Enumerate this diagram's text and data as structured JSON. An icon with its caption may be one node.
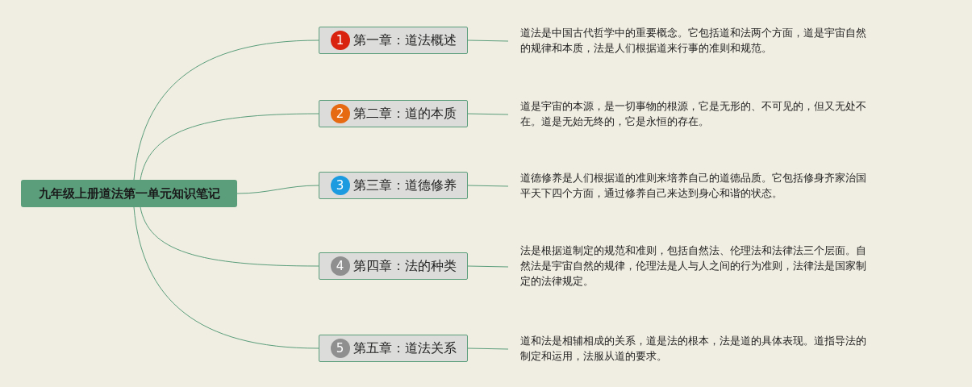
{
  "diagram": {
    "nodes": [
      {
        "text": [
          "九年级上册道法第一单元知识笔记"
        ]
      },
      {
        "text": [
          "1",
          "第一章：道法概述"
        ]
      },
      {
        "text": [
          "2",
          "第二章：道的本质"
        ]
      },
      {
        "text": [
          "3",
          "第三章：道德修养"
        ]
      },
      {
        "text": [
          "4",
          "第四章：法的种类"
        ]
      },
      {
        "text": [
          "5",
          "第五章：道法关系"
        ]
      },
      {
        "text": [
          "道法是中国古代哲学中的重要概念。它包括道和法两个方面，道是宇宙自然的规律和本质，法是人们根据道来行事的准则和规范。"
        ]
      },
      {
        "text": [
          "道是宇宙的本源，是一切事物的根源，它是无形的、不可见的，但又无处不在。道是无始无终的，它是永恒的存在。"
        ]
      },
      {
        "text": [
          "道德修养是人们根据道的准则来培养自己的道德品质。它包括修身齐家治国平天下四个方面，通过修养自己来达到身心和谐的状态。"
        ]
      },
      {
        "text": [
          "法是根据道制定的规范和准则，包括自然法、伦理法和法律法三个层面。自然法是宇宙自然的规律，伦理法是人与人之间的行为准则，法律法是国家制定的法律规定。"
        ]
      },
      {
        "text": [
          "道和法是相辅相成的关系，道是法的根本，法是道的具体表现。道指导法的制定和运用，法服从道的要求。"
        ]
      }
    ],
    "edges": [
      {
        "from": 0,
        "to": 1,
        "arrow": "none"
      },
      {
        "from": 0,
        "to": 2,
        "arrow": "none"
      },
      {
        "from": 0,
        "to": 3,
        "arrow": "none"
      },
      {
        "from": 0,
        "to": 4,
        "arrow": "none"
      },
      {
        "from": 0,
        "to": 5,
        "arrow": "none"
      },
      {
        "from": 1,
        "to": 6,
        "arrow": "none"
      },
      {
        "from": 2,
        "to": 7,
        "arrow": "none"
      },
      {
        "from": 3,
        "to": 8,
        "arrow": "none"
      },
      {
        "from": 4,
        "to": 9,
        "arrow": "none"
      },
      {
        "from": 5,
        "to": 10,
        "arrow": "none"
      }
    ]
  }
}
